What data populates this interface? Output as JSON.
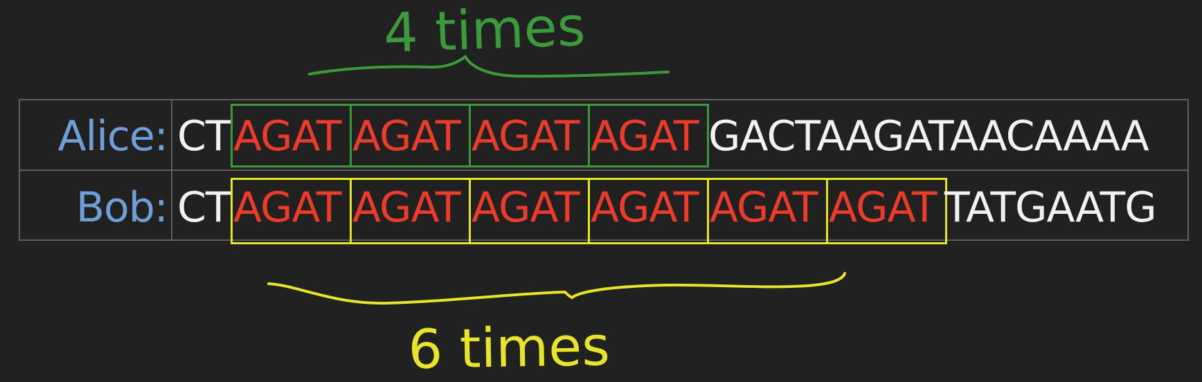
{
  "colors": {
    "background": "#222121",
    "table_border": "#5f5f5f",
    "name": "#6f9fd8",
    "sequence": "#f1f1f1",
    "repeat": "#ec3a2b",
    "alice_box": "#3b9a3b",
    "bob_box": "#e8e42c"
  },
  "rows": [
    {
      "name": "Alice:",
      "prefix": "CT",
      "repeat_unit": "AGAT",
      "repeat_count": 4,
      "suffix": "GACTAAGATAACAAAA",
      "annotation": "4 times",
      "annotation_color": "#3b9a3b"
    },
    {
      "name": "Bob:",
      "prefix": "CT",
      "repeat_unit": "AGAT",
      "repeat_count": 6,
      "suffix": "TATGAATG",
      "annotation": "6 times",
      "annotation_color": "#e8e42c"
    }
  ]
}
